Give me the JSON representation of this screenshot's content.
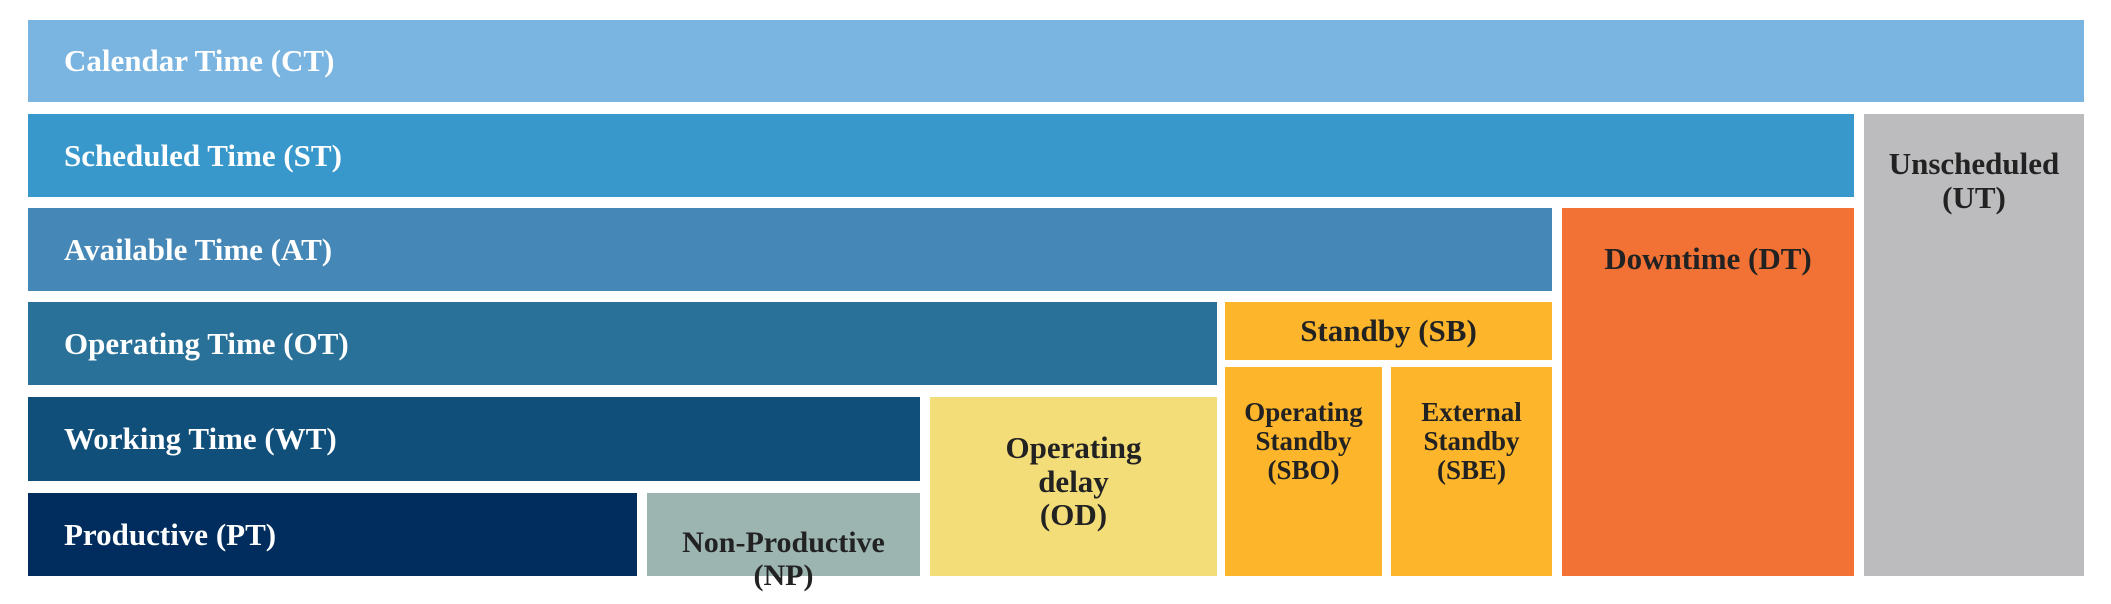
{
  "colors": {
    "calendar": "#7ab4e0",
    "scheduled": "#3898cb",
    "available": "#4587b6",
    "operating": "#2a7199",
    "working": "#0f4f79",
    "productive": "#002d5e",
    "non_productive": "#9cb5b1",
    "operating_delay": "#f3dd78",
    "standby": "#fdb62b",
    "downtime": "#f27236",
    "unscheduled": "#bcbcbe"
  },
  "boxes": {
    "calendar_time": "Calendar Time (CT)",
    "scheduled_time": "Scheduled Time (ST)",
    "unscheduled": "Unscheduled\n(UT)",
    "available_time": "Available Time (AT)",
    "downtime": "Downtime (DT)",
    "operating_time": "Operating Time (OT)",
    "standby": "Standby (SB)",
    "operating_standby": "Operating\nStandby\n(SBO)",
    "external_standby": "External\nStandby\n(SBE)",
    "working_time": "Working Time (WT)",
    "operating_delay": "Operating\ndelay\n(OD)",
    "productive": "Productive (PT)",
    "non_productive": "Non-Productive\n(NP)"
  }
}
